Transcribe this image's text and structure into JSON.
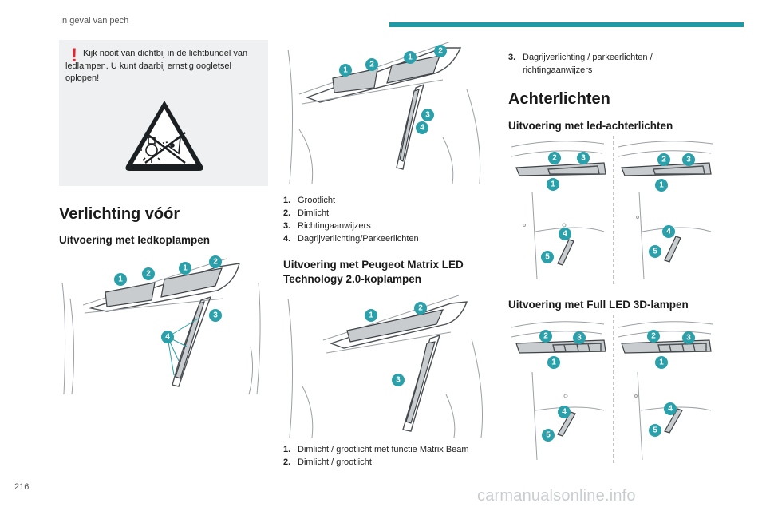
{
  "header": {
    "section_title": "In geval van pech",
    "accent_color": "#1f9aa5"
  },
  "warning": {
    "icon": "exclamation-icon",
    "icon_color": "#e0262f",
    "text": "Kijk nooit van dichtbij in de lichtbundel van ledlampen. U kunt daarbij ernstig oogletsel oplopen!",
    "pictogram": "no-look-into-light-icon"
  },
  "front": {
    "title": "Verlichting vóór",
    "led_title": "Uitvoering met ledkoplampen",
    "led_list": [
      {
        "num": "1.",
        "text": "Grootlicht"
      },
      {
        "num": "2.",
        "text": "Dimlicht"
      },
      {
        "num": "3.",
        "text": "Richtingaanwijzers"
      },
      {
        "num": "4.",
        "text": "Dagrijverlichting/Parkeerlichten"
      }
    ],
    "matrix_title": "Uitvoering met Peugeot Matrix LED Technology 2.0-koplampen",
    "matrix_list": [
      {
        "num": "1.",
        "text": "Dimlicht / grootlicht met functie Matrix Beam"
      },
      {
        "num": "2.",
        "text": "Dimlicht / grootlicht"
      },
      {
        "num": "3.",
        "text": "Dagrijverlichting / parkeerlichten / richtingaanwijzers"
      }
    ]
  },
  "rear": {
    "title": "Achterlichten",
    "led_title": "Uitvoering met led-achterlichten",
    "full_title": "Uitvoering met Full LED 3D-lampen"
  },
  "badges": {
    "b1": "1",
    "b2": "2",
    "b3": "3",
    "b4": "4",
    "b5": "5",
    "badge_color": "#2aa0aa"
  },
  "footer": {
    "page_number": "216",
    "watermark": "carmanualsonline.info"
  }
}
